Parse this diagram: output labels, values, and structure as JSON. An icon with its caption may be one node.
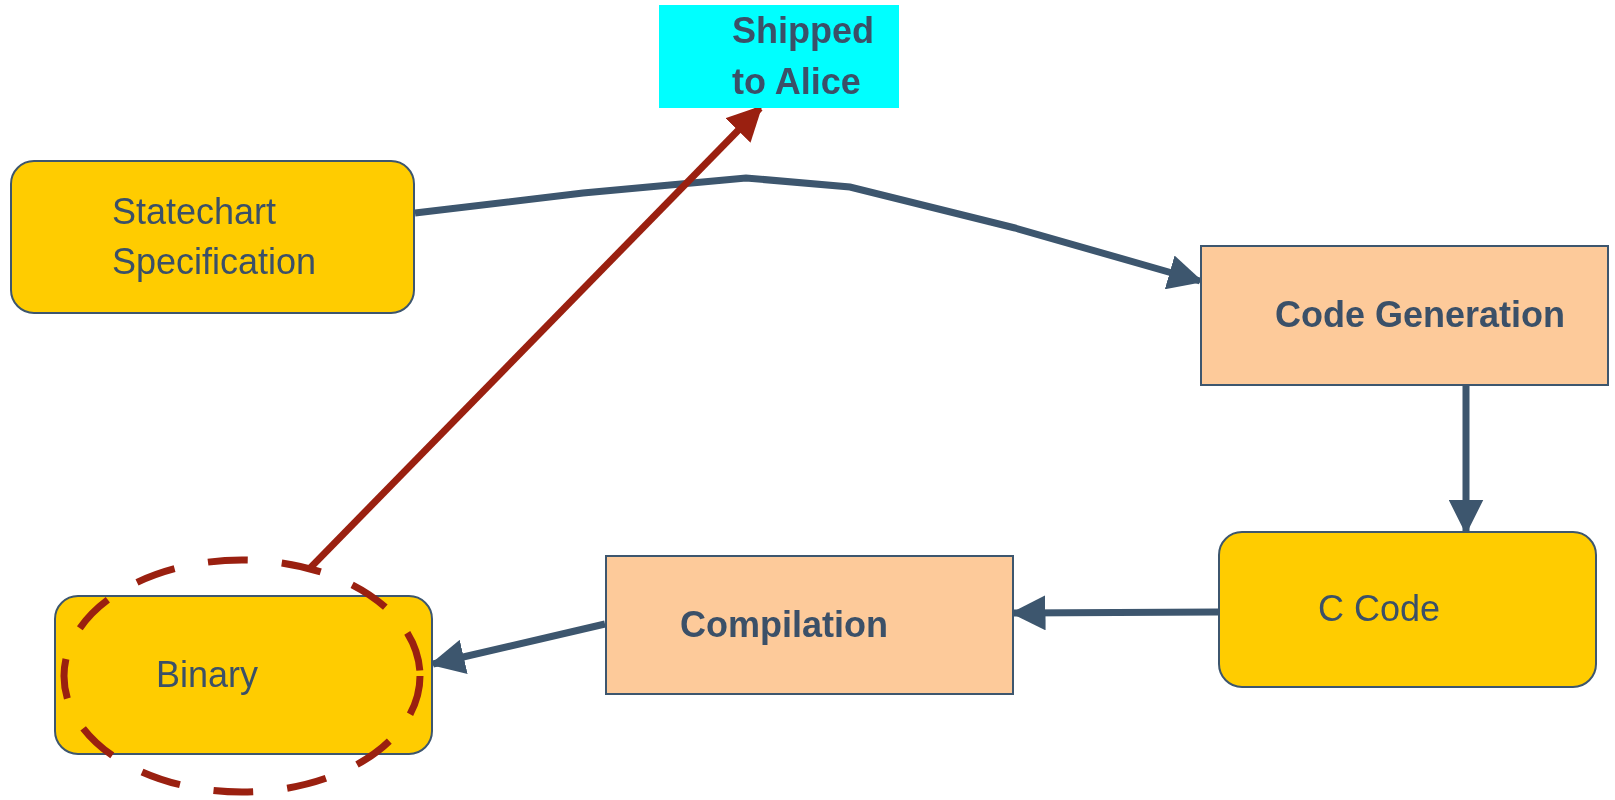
{
  "diagram": {
    "nodes": [
      {
        "text": [
          "Statechart Specification"
        ]
      },
      {
        "text": [
          "Shipped to Alice"
        ]
      },
      {
        "text": [
          "Code Generation"
        ]
      },
      {
        "text": [
          "C Code"
        ]
      },
      {
        "text": [
          "Compilation"
        ]
      },
      {
        "text": [
          "Binary"
        ]
      },
      {
        "text": [],
        "shape": "circle"
      }
    ],
    "edges": [
      {
        "from": 0,
        "to": 2,
        "arrow": "to"
      },
      {
        "from": 2,
        "to": 3,
        "arrow": "to"
      },
      {
        "from": 3,
        "to": 4,
        "arrow": "to"
      },
      {
        "from": 4,
        "to": 5,
        "arrow": "to"
      },
      {
        "from": 6,
        "to": 1,
        "arrow": "to",
        "color": "#9a2010"
      }
    ]
  }
}
